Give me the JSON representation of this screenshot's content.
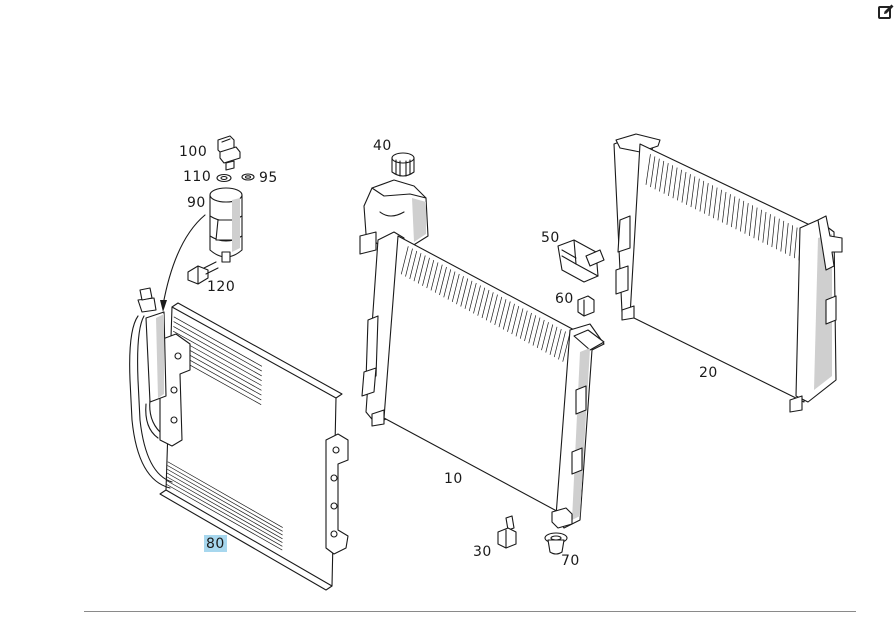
{
  "toolbar": {
    "edit_icon": "edit-icon"
  },
  "diagram": {
    "highlight_color": "#a7d7ee",
    "parts": {
      "p100": "100",
      "p110": "110",
      "p95": "95",
      "p90": "90",
      "p120": "120",
      "p40": "40",
      "p50": "50",
      "p60": "60",
      "p20": "20",
      "p10": "10",
      "p30": "30",
      "p70": "70",
      "p80": "80"
    },
    "selected_part": "80"
  }
}
